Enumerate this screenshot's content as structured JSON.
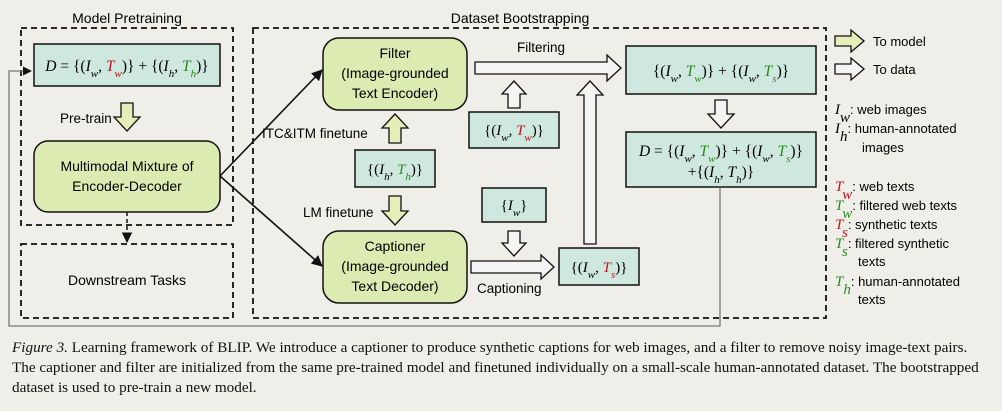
{
  "sections": {
    "pretraining": "Model Pretraining",
    "bootstrapping": "Dataset Bootstrapping"
  },
  "nodes": {
    "model": [
      "Multimodal Mixture of",
      "Encoder-Decoder"
    ],
    "downstream": "Downstream Tasks",
    "filter": [
      "Filter",
      "(Image-grounded",
      "Text Encoder)"
    ],
    "captioner": [
      "Captioner",
      "(Image-grounded",
      "Text Decoder)"
    ]
  },
  "edges": {
    "pretrain": "Pre-train",
    "itc_itm": "ITC&ITM finetune",
    "lm": "LM finetune",
    "filtering": "Filtering",
    "captioning": "Captioning"
  },
  "math": {
    "D": "D",
    "I": "I",
    "T": "T",
    "eq": "=",
    "plus": "+",
    "sub_w": "w",
    "sub_h": "h",
    "sub_s": "s"
  },
  "legend": {
    "to_model": "To model",
    "to_data": "To data",
    "web_images": ": web images",
    "human_images": [
      ": human-annotated",
      "images"
    ],
    "web_texts": ": web texts",
    "filtered_web_texts": ": filtered web texts",
    "synthetic_texts": ": synthetic texts",
    "filtered_synthetic_texts": [
      ": filtered synthetic",
      "texts"
    ],
    "human_texts": [
      ": human-annotated",
      "texts"
    ]
  },
  "caption": {
    "figure_label": "Figure 3.",
    "text": " Learning framework of BLIP. We introduce a captioner to produce synthetic captions for web images, and a filter to remove noisy image-text pairs. The captioner and filter are initialized from the same pre-trained model and finetuned individually on a small-scale human-annotated dataset. The bootstrapped dataset is used to pre-train a new model."
  },
  "colors": {
    "background": "#efeee8",
    "dataset_box": "#cfe8df",
    "model_box": "#dcebb2",
    "model_arrow": "#e5edb8",
    "data_arrow": "#f4f4f4",
    "web_red": "#c0141b",
    "filtered_green": "#2a8a1f"
  }
}
